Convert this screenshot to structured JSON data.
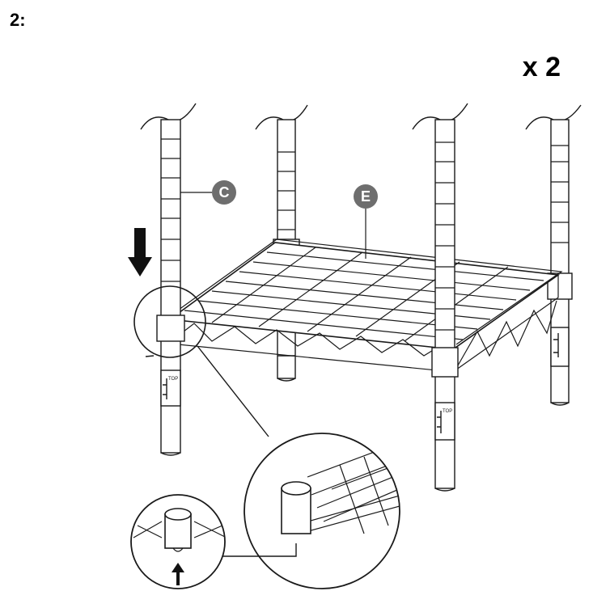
{
  "step": {
    "label": "2:"
  },
  "quantity": {
    "label": "x 2"
  },
  "parts": {
    "post": {
      "letter": "C"
    },
    "shelf": {
      "letter": "E"
    }
  },
  "sleeve_marking": "TOP",
  "colors": {
    "line": "#1a1a1a",
    "badge": "#6e6e6e",
    "badge_text": "#ffffff"
  }
}
